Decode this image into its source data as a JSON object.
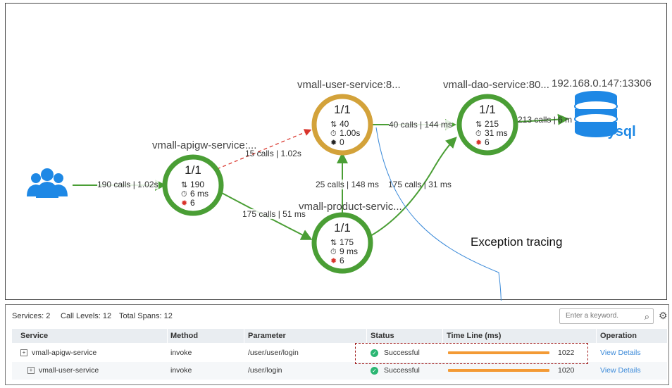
{
  "topology": {
    "nodes": {
      "apigw": {
        "title": "vmall-apigw-service:...",
        "ratio": "1/1",
        "calls": "190",
        "time": "6 ms",
        "errors": "6"
      },
      "user": {
        "title": "vmall-user-service:8...",
        "ratio": "1/1",
        "calls": "40",
        "time": "1.00s",
        "errors": "0"
      },
      "product": {
        "title": "vmall-product-servic...",
        "ratio": "1/1",
        "calls": "175",
        "time": "9 ms",
        "errors": "6"
      },
      "dao": {
        "title": "vmall-dao-service:80...",
        "ratio": "1/1",
        "calls": "215",
        "time": "31 ms",
        "errors": "6"
      }
    },
    "database": {
      "address": "192.168.0.147:13306",
      "label": "Mysql"
    },
    "edges": {
      "users_apigw": "190 calls | 1.02s",
      "apigw_user": "15 calls | 1.02s",
      "apigw_product": "175 calls | 51 ms",
      "product_user": "25 calls | 148 ms",
      "product_dao": "175 calls | 31 ms",
      "user_dao": "40 calls | 144 ms",
      "dao_db": "213 calls | 6 m"
    },
    "annotation": "Exception tracing",
    "colors": {
      "healthy": "#4a9e35",
      "warning": "#d3a23a",
      "error_edge": "#d9342b",
      "users": "#1e88e5",
      "db": "#1e88e5"
    }
  },
  "summary": {
    "services": "Services: 2",
    "call_levels": "Call Levels: 12",
    "total_spans": "Total Spans: 12"
  },
  "search": {
    "placeholder": "Enter a keyword."
  },
  "table": {
    "headers": {
      "service": "Service",
      "method": "Method",
      "parameter": "Parameter",
      "status": "Status",
      "timeline": "Time Line (ms)",
      "operation": "Operation"
    },
    "rows": [
      {
        "service": "vmall-apigw-service",
        "method": "invoke",
        "parameter": "/user/user/login",
        "status": "Successful",
        "duration": "1022",
        "bar_fraction": 1.0,
        "operation": "View Details"
      },
      {
        "service": "vmall-user-service",
        "method": "invoke",
        "parameter": "/user/login",
        "status": "Successful",
        "duration": "1020",
        "bar_fraction": 0.998,
        "operation": "View Details"
      }
    ]
  }
}
